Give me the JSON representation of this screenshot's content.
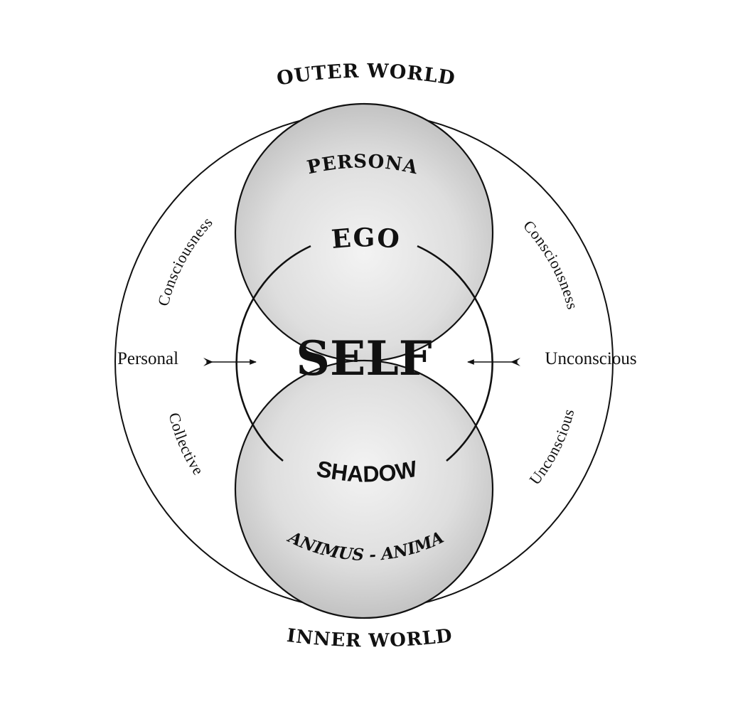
{
  "labels": {
    "outer_world": "OUTER WORLD",
    "inner_world": "INNER WORLD",
    "persona": "PERSONA",
    "ego": "EGO",
    "self": "SELF",
    "shadow": "SHADOW",
    "animus_anima": "ANIMUS - ANIMA",
    "personal": "Personal",
    "unconscious_right": "Unconscious",
    "consciousness_left": "Consciousness",
    "consciousness_right": "Consciousness",
    "collective": "Collective",
    "unconscious_lower_right": "Unconscious"
  },
  "colors": {
    "line": "#111111",
    "circle_fill_light": "#f2f2f2",
    "circle_fill_dark": "#c4c4c4",
    "text": "#111111",
    "background": "#ffffff"
  }
}
